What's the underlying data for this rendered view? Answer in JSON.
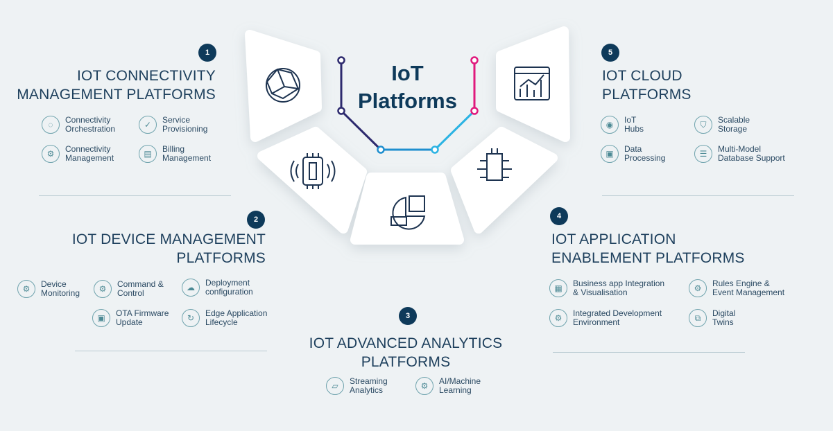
{
  "center_title": [
    "IoT",
    "Platforms"
  ],
  "sections": [
    {
      "number": "1",
      "title": [
        "IOT CONNECTIVITY",
        "MANAGEMENT PLATFORMS"
      ],
      "items": [
        [
          "Connectivity",
          "Orchestration"
        ],
        [
          "Service",
          "Provisioning"
        ],
        [
          "Connectivity",
          "Management"
        ],
        [
          "Billing",
          "Management"
        ]
      ]
    },
    {
      "number": "2",
      "title": [
        "IOT DEVICE MANAGEMENT",
        "PLATFORMS"
      ],
      "items": [
        [
          "Device",
          "Monitoring"
        ],
        [
          "Command &",
          "Control"
        ],
        [
          "Deployment",
          "configuration"
        ],
        [
          "OTA Firmware",
          "Update"
        ],
        [
          "Edge Application",
          "Lifecycle"
        ]
      ]
    },
    {
      "number": "3",
      "title": [
        "IOT ADVANCED ANALYTICS",
        "PLATFORMS"
      ],
      "items": [
        [
          "Streaming",
          "Analytics"
        ],
        [
          "AI/Machine",
          "Learning"
        ]
      ]
    },
    {
      "number": "4",
      "title": [
        "IOT APPLICATION",
        "ENABLEMENT PLATFORMS"
      ],
      "items": [
        [
          "Business app Integration",
          "& Visualisation"
        ],
        [
          "Rules Engine &",
          "Event Management"
        ],
        [
          "Integrated Development",
          "Environment"
        ],
        [
          "Digital",
          "Twins"
        ]
      ]
    },
    {
      "number": "5",
      "title": [
        "IOT CLOUD",
        "PLATFORMS"
      ],
      "items": [
        [
          "IoT",
          "Hubs"
        ],
        [
          "Scalable",
          "Storage"
        ],
        [
          "Data",
          "Processing"
        ],
        [
          "Multi-Model",
          "Database Support"
        ]
      ]
    }
  ],
  "colors": {
    "navy": "#0e3a5a",
    "purple": "#2d2a6e",
    "pink": "#e0197d",
    "blue": "#1f8fcf",
    "cyan": "#2bb3e3"
  }
}
